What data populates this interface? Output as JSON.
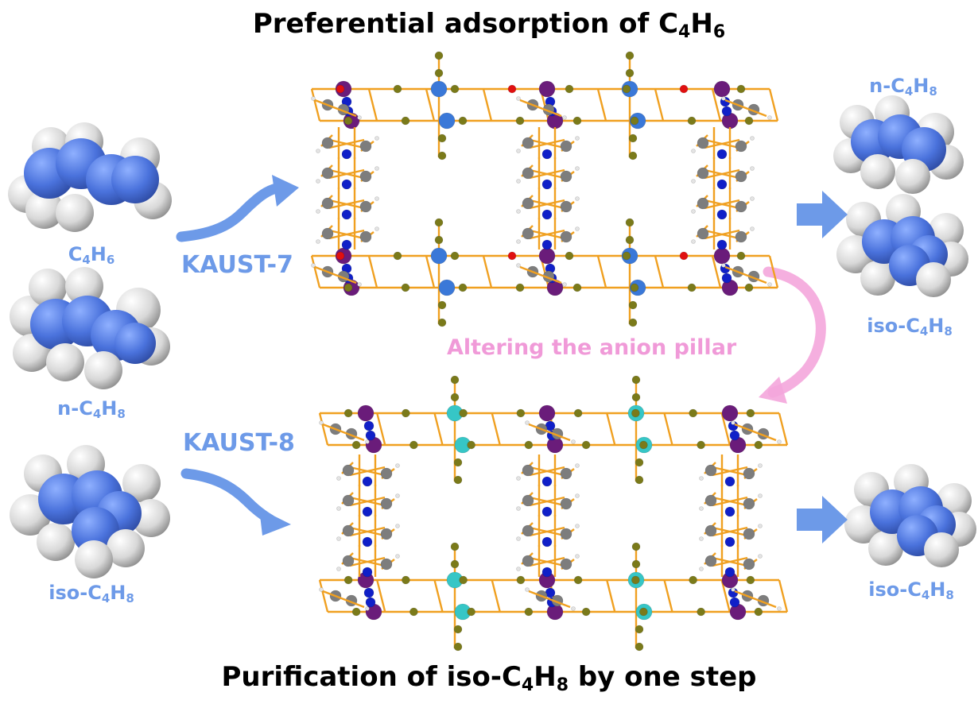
{
  "titles": {
    "top_prefix": "Preferential adsorption of C",
    "top_c_sub": "4",
    "top_h": "H",
    "top_h_sub": "6",
    "bottom_prefix": "Purification of iso-C",
    "bottom_c_sub": "4",
    "bottom_h": "H",
    "bottom_h_sub": "8",
    "bottom_suffix": " by one step"
  },
  "feed_molecules": [
    {
      "prefix": "",
      "c": "C",
      "c_sub": "4",
      "h": "H",
      "h_sub": "6"
    },
    {
      "prefix": "n-",
      "c": "C",
      "c_sub": "4",
      "h": "H",
      "h_sub": "8"
    },
    {
      "prefix": "iso-",
      "c": "C",
      "c_sub": "4",
      "h": "H",
      "h_sub": "8"
    }
  ],
  "top_outputs": [
    {
      "prefix": "n-",
      "c": "C",
      "c_sub": "4",
      "h": "H",
      "h_sub": "8"
    },
    {
      "prefix": "iso-",
      "c": "C",
      "c_sub": "4",
      "h": "H",
      "h_sub": "8"
    }
  ],
  "bottom_output": {
    "prefix": "iso-",
    "c": "C",
    "c_sub": "4",
    "h": "H",
    "h_sub": "8"
  },
  "materials": {
    "top": "KAUST-7",
    "bottom": "KAUST-8"
  },
  "transition_label": "Altering the anion pillar",
  "colors": {
    "label_blue": "#6d9ae8",
    "arrow_blue": "#6d9ae8",
    "arrow_pink": "#f4a6dc",
    "bond_orange": "#f0a020",
    "carbon_gray": "#7d7d7d",
    "nitrogen_blue": "#1020c8",
    "metal_purple": "#6a1c7a",
    "metal_blue_top": "#3a78d8",
    "metal_cyan_bottom": "#36c6c6",
    "fluorine_olive": "#7a7a1a",
    "oxygen_red": "#e01010",
    "hydrogen_white": "#e4e4e4",
    "molecule_blue": "#4a72dc"
  }
}
